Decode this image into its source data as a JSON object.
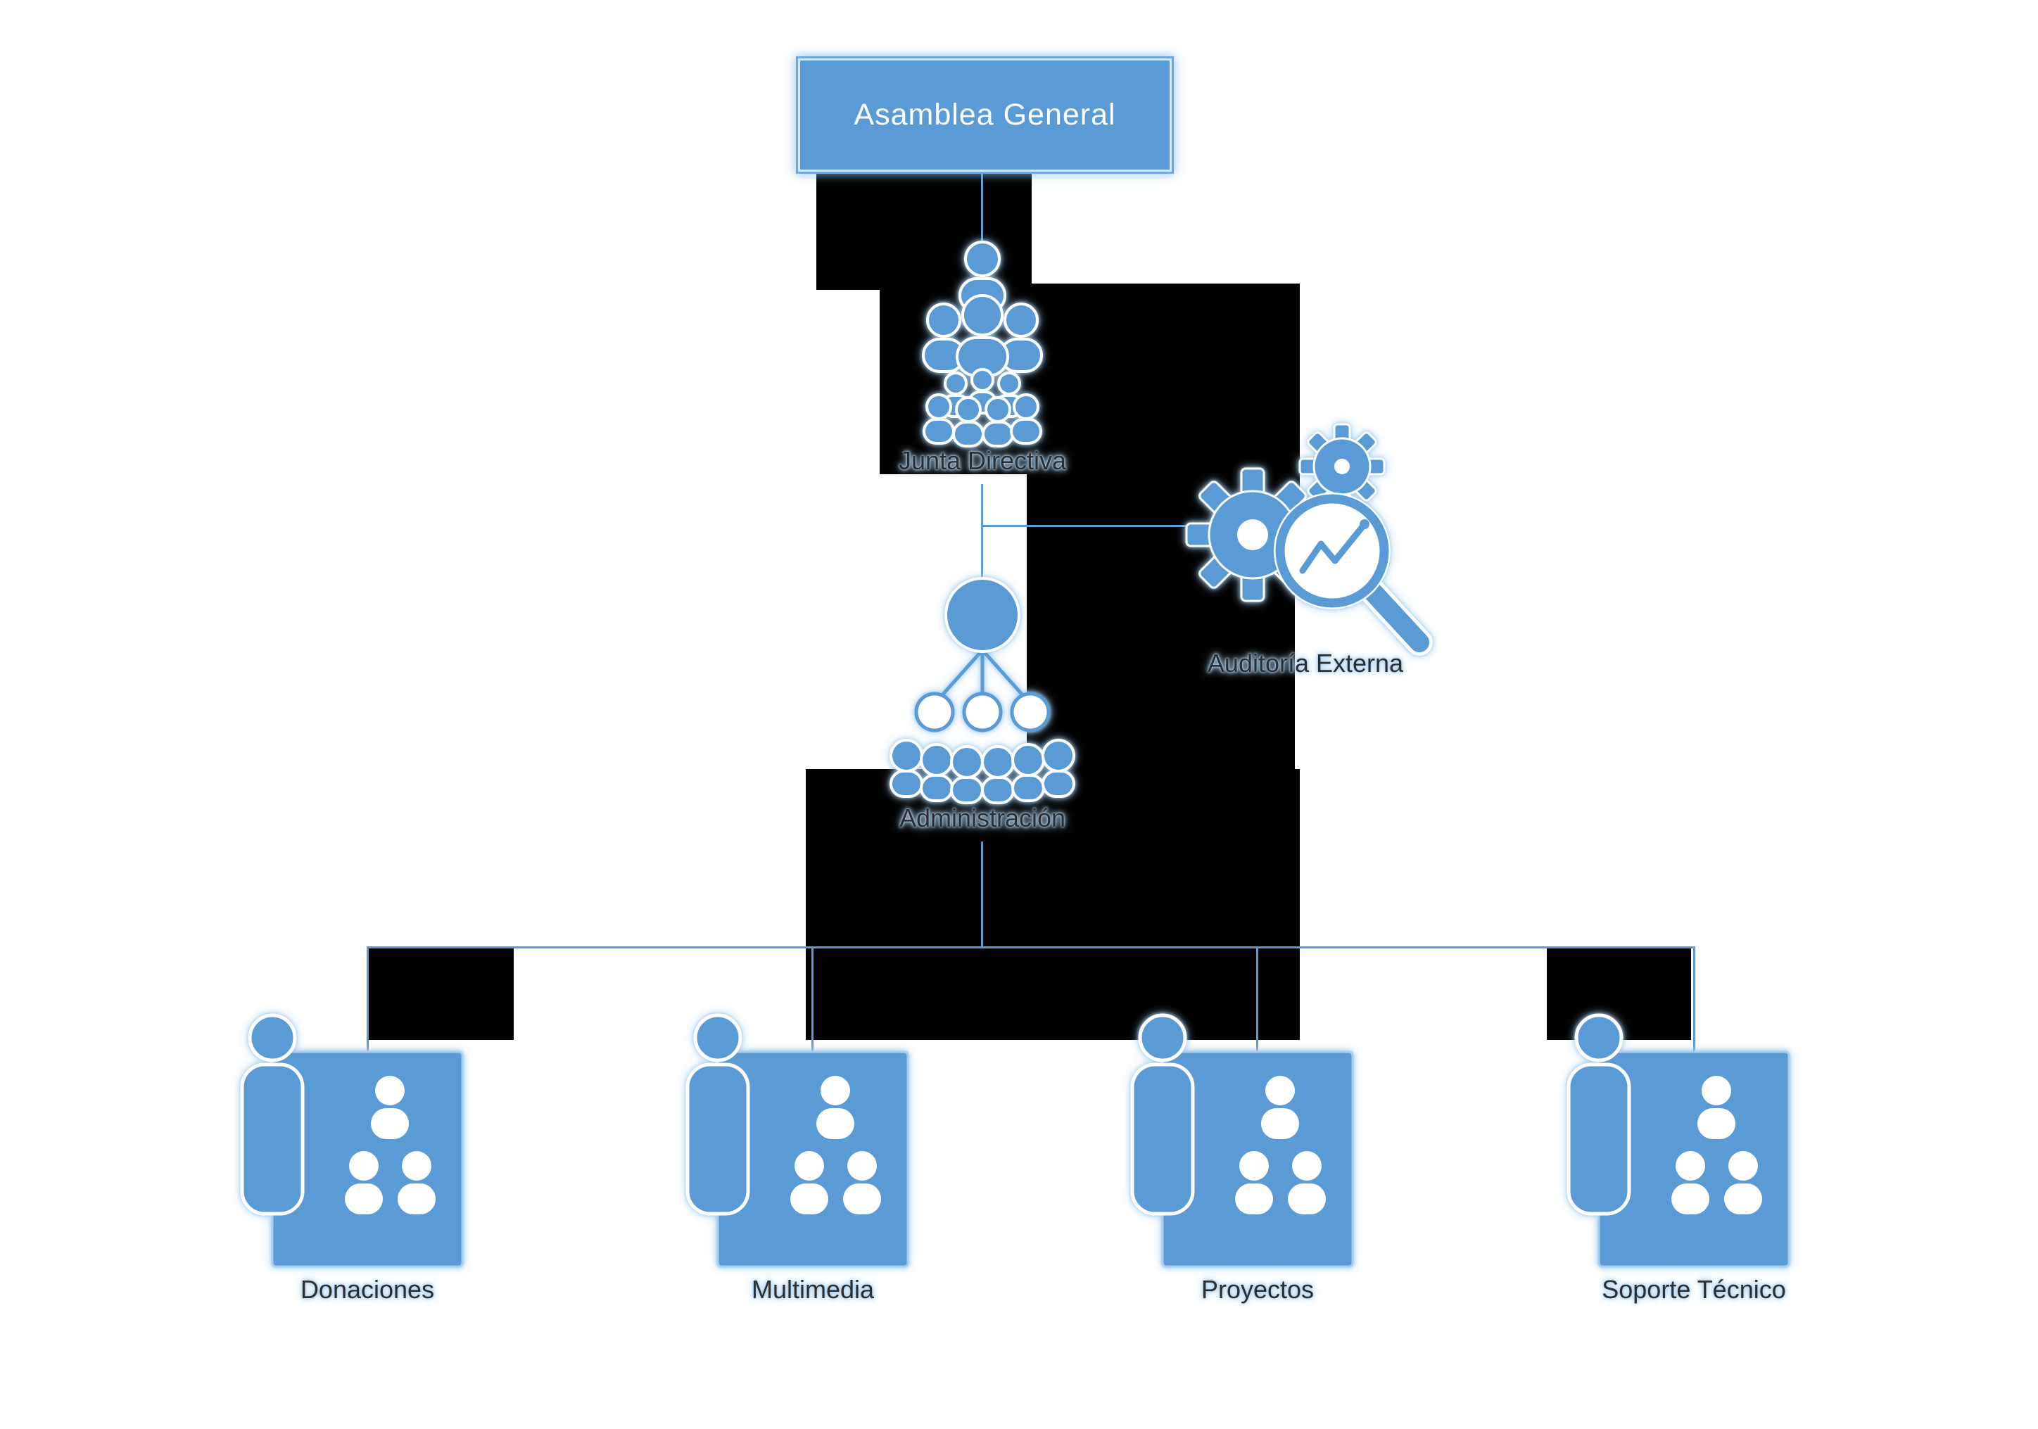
{
  "org_chart": {
    "root": {
      "label": "Asamblea General"
    },
    "nodes": {
      "junta_directiva": {
        "label": "Junta Directiva"
      },
      "auditoria_externa": {
        "label": "Auditoría Externa"
      },
      "administracion": {
        "label": "Administración"
      }
    },
    "departments": [
      {
        "label": "Donaciones"
      },
      {
        "label": "Multimedia"
      },
      {
        "label": "Proyectos"
      },
      {
        "label": "Soporte Técnico"
      }
    ],
    "colors": {
      "node_fill": "#5B9BD5",
      "node_border": "#A9CEEE",
      "connector": "#5B9BD5",
      "title_text": "#FFFFFF",
      "label_text": "#2E2E2E",
      "label_glow": "#A5CDEF",
      "background": "#FFFFFF",
      "artifact_black": "#000000"
    }
  }
}
